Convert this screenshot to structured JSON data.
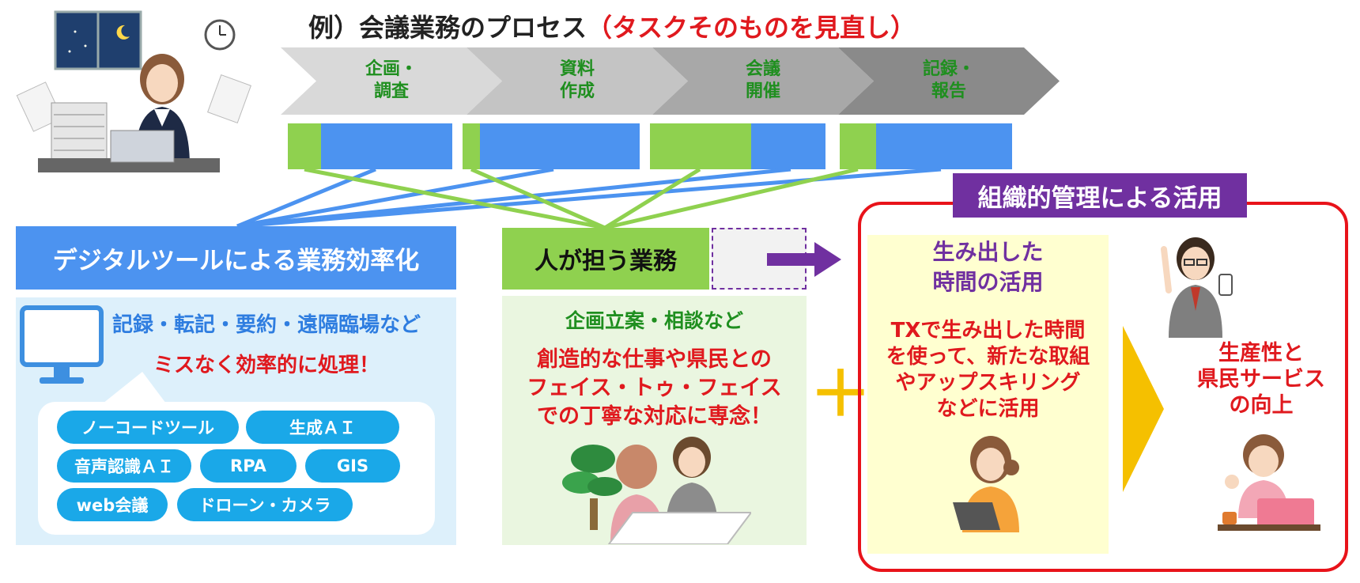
{
  "title": {
    "main": "例）会議業務のプロセス",
    "highlight": "（タスクそのものを見直し）"
  },
  "process": {
    "steps": [
      {
        "label": "企画・\n調査"
      },
      {
        "label": "資料\n作成"
      },
      {
        "label": "会議\n開催"
      },
      {
        "label": "記録・\n報告"
      }
    ]
  },
  "digital": {
    "header": "デジタルツールによる業務効率化",
    "subtitle": "記録・転記・要約・遠隔臨場など",
    "note": "ミスなく効率的に処理！",
    "tools": [
      "ノーコードツール",
      "生成ＡＩ",
      "音声認識ＡＩ",
      "RPA",
      "GIS",
      "web会議",
      "ドローン・カメラ"
    ]
  },
  "human": {
    "header": "人が担う業務",
    "subtitle": "企画立案・相談など",
    "text": "創造的な仕事や県民との\nフェイス・トゥ・フェイス\nでの丁寧な対応に専念！"
  },
  "plus": "＋",
  "org": {
    "label": "組織的管理による活用",
    "time_title": "生み出した\n時間の活用",
    "time_text": "TXで生み出した時間\nを使って、新たな取組\nやアップスキリング\nなどに活用",
    "result": "生産性と\n県民サービス\nの向上"
  },
  "colors": {
    "blue": "#4c93f0",
    "green": "#8fd14f",
    "red": "#e0191e",
    "purple": "#7030a0",
    "yellow": "#f5c000",
    "pill": "#1aa8e8"
  }
}
